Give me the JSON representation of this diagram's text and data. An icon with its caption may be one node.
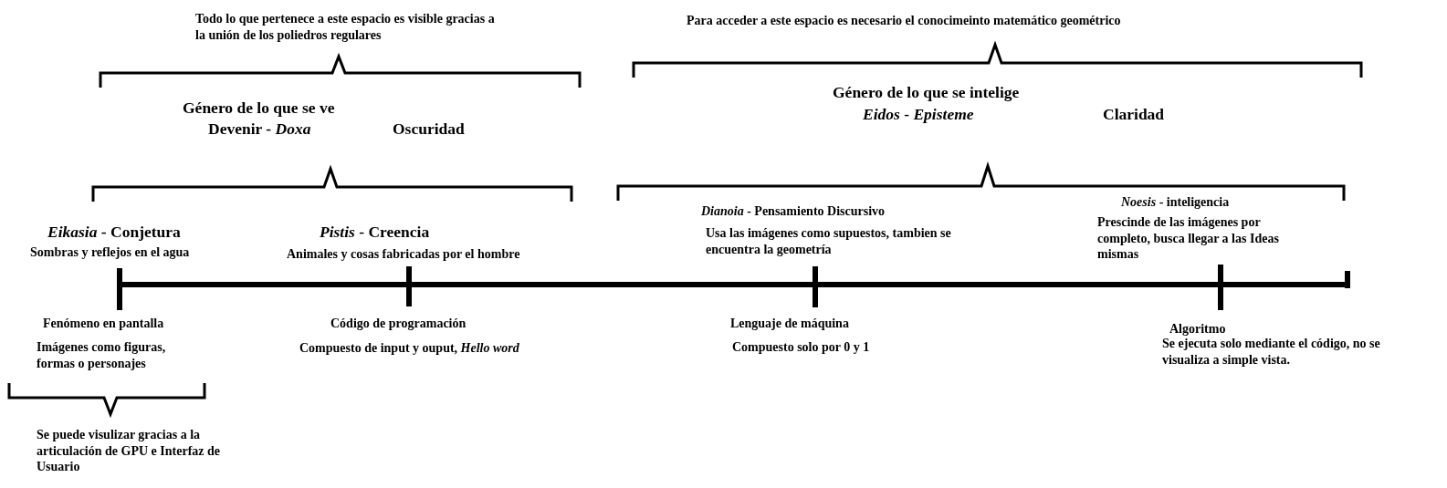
{
  "diagram": {
    "labels": [
      "Todo lo que pertenece a este espacio es visible gracias a la unión de los poliedros regulares",
      "Para acceder a este espacio es necesario el conocimeinto matemático geométrico",
      "Género de lo que se ve",
      "Devenir - *Doxa*",
      "Oscuridad",
      "Género de lo que se intelige",
      "*Eidos* - *Episteme*",
      "Claridad",
      "*Eikasia* - Conjetura",
      "Sombras y reflejos en el agua",
      "*Pistis* - Creencia",
      "Animales y cosas fabricadas por el hombre",
      "*Dianoia* - Pensamiento Discursivo",
      "Usa las imágenes como supuestos, tambien se encuentra la geometría",
      "*Noesis* - inteligencia",
      "Prescinde de las imágenes por completo, busca llegar a las Ideas mismas",
      "Fenómeno en pantalla",
      "Imágenes como figuras, formas o personajes",
      "Código de programación",
      "Compuesto de input y ouput, *Hello word*",
      "Lenguaje de máquina",
      "Compuesto solo por 0 y 1",
      "Algoritmo",
      "Se ejecuta solo mediante el código, no se visualiza a simple vista.",
      "Se puede visulizar gracias a la articulación de GPU e Interfaz de Usuario"
    ]
  }
}
